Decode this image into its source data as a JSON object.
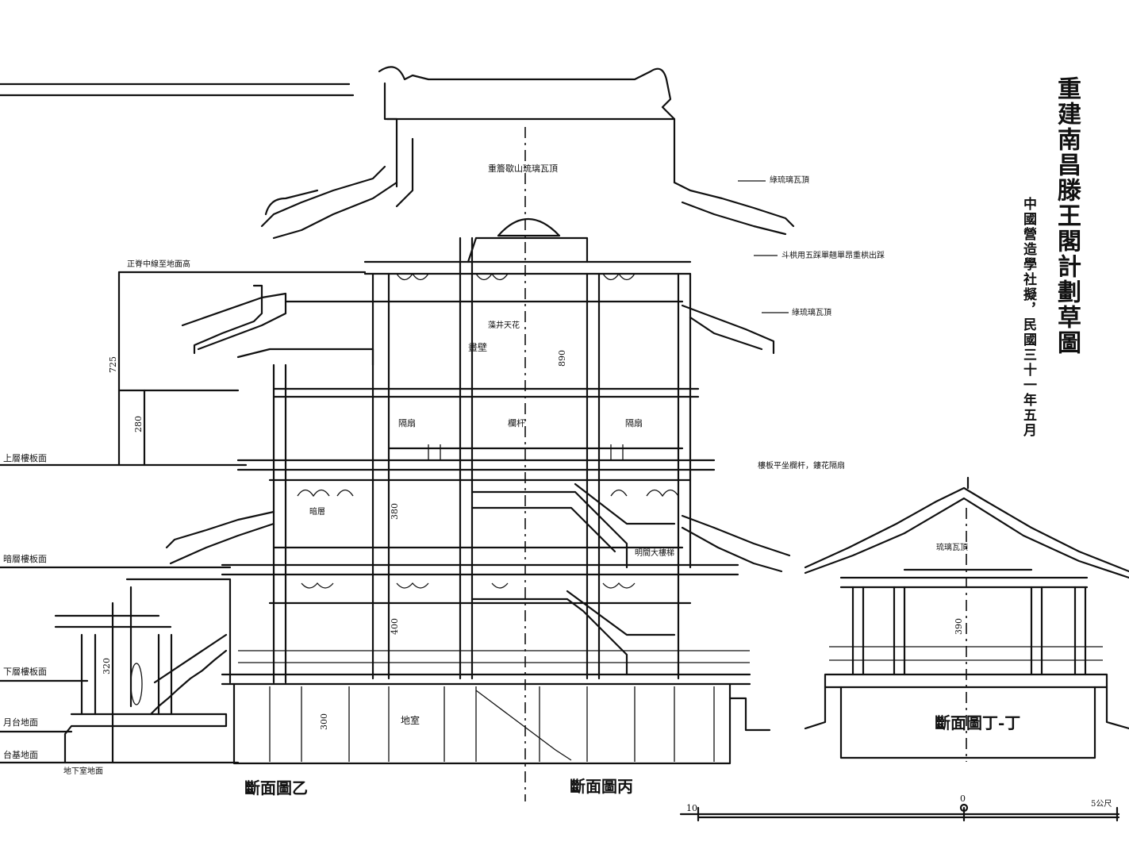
{
  "title": "重建南昌滕王閣計劃草圖",
  "credit": "中國營造學社擬，民國三十一年五月",
  "sections": {
    "yi": "斷面圖乙",
    "bing": "斷面圖丙",
    "ding": "斷面圖丁-丁"
  },
  "annotations": {
    "top_roof_mid": "重簷歇山琉璃瓦頂",
    "upper_eave_right": "綠琉璃瓦頂",
    "bracket_right": "斗栱用五踩單翹單昂重栱出踩",
    "mid_eave_right": "綠琉璃瓦頂",
    "floor_right": "樓板平坐欄杆，鏤花隔扇",
    "stair_right": "明間大樓梯",
    "upper_level_left": "上層樓板面",
    "dim_top_left": "正脊中線至地面高",
    "mid_level_left": "暗層樓板面",
    "lower_floor_left": "下層樓板面",
    "ground_left": "月台地面",
    "base_left": "台基地面",
    "base_left2": "地下室地面",
    "hall_center": "畫壁",
    "hall_center_top": "藻井天花",
    "room_left": "隔扇",
    "room_mid": "欄杆",
    "room_right": "隔扇",
    "mezz_left": "暗層",
    "basement": "地室",
    "ding_roof": "琉璃瓦頂"
  },
  "dimensions": {
    "total_height": "725",
    "upper_floor": "280",
    "hall_height": "890",
    "mid_height": "380",
    "lower_height": "400",
    "base_height": "320",
    "basement_height": "300",
    "ding_height": "390"
  },
  "scale_bar": {
    "left": "10",
    "mid": "0",
    "right": "5公尺"
  }
}
